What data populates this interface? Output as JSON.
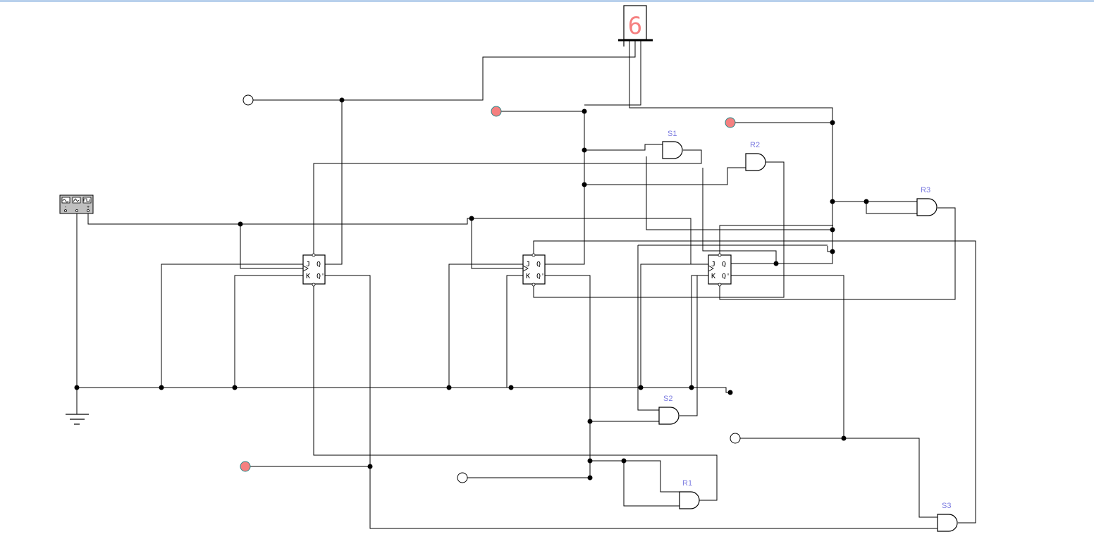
{
  "canvas": {
    "background": "#ffffff",
    "top_border_color": "#b8d0ec",
    "wire_color": "#000000",
    "label_color": "#7b7be0",
    "probe_on_color": "#f58080",
    "probe_off_color": "#ffffff"
  },
  "display": {
    "name": "seven-segment-display",
    "value": "6",
    "segment_color": "#f58080"
  },
  "function_generator": {
    "name": "function-generator",
    "waveforms": [
      "sine",
      "triangle",
      "square"
    ],
    "terminals": [
      "-",
      "common",
      "+"
    ]
  },
  "ground": {
    "name": "ground"
  },
  "flip_flops": [
    {
      "id": "FF1",
      "type": "JK",
      "pins": {
        "j": "J",
        "k": "K",
        "q": "Q",
        "qn": "Q'"
      }
    },
    {
      "id": "FF2",
      "type": "JK",
      "pins": {
        "j": "J",
        "k": "K",
        "q": "Q",
        "qn": "Q'"
      }
    },
    {
      "id": "FF3",
      "type": "JK",
      "pins": {
        "j": "J",
        "k": "K",
        "q": "Q",
        "qn": "Q'"
      }
    }
  ],
  "gates": [
    {
      "id": "S1",
      "label": "S1",
      "type": "AND"
    },
    {
      "id": "R2",
      "label": "R2",
      "type": "AND"
    },
    {
      "id": "R3",
      "label": "R3",
      "type": "AND"
    },
    {
      "id": "S2",
      "label": "S2",
      "type": "AND"
    },
    {
      "id": "R1",
      "label": "R1",
      "type": "AND"
    },
    {
      "id": "S3",
      "label": "S3",
      "type": "AND"
    }
  ],
  "probes": [
    {
      "id": "P1",
      "state": "off"
    },
    {
      "id": "P2",
      "state": "on"
    },
    {
      "id": "P3",
      "state": "on"
    },
    {
      "id": "P4",
      "state": "on"
    },
    {
      "id": "P5",
      "state": "off"
    },
    {
      "id": "P6",
      "state": "off"
    }
  ]
}
